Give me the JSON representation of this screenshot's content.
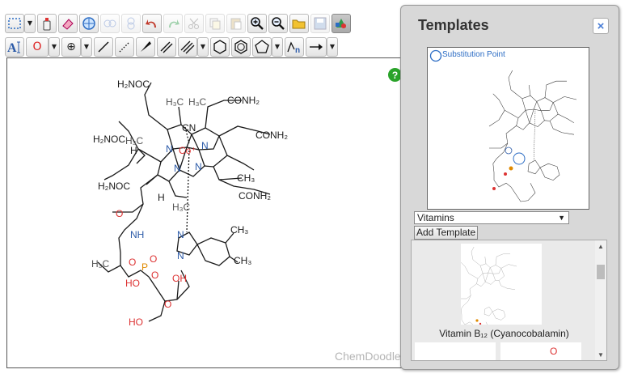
{
  "toolbar": {
    "row1": [
      "select-marquee-icon",
      "clear-icon",
      "eraser-icon",
      "center-icon",
      "flip-horizontal-icon",
      "flip-vertical-icon",
      "undo-icon",
      "redo-icon",
      "cut-icon",
      "copy-icon",
      "paste-icon",
      "zoom-in-icon",
      "zoom-out-icon",
      "open-icon",
      "save-icon",
      "templates-icon"
    ],
    "row2": {
      "element_symbol": "O",
      "charge_symbol": "⊕"
    }
  },
  "canvas": {
    "watermark": "ChemDoodle",
    "help": "?",
    "labels": {
      "h2noc_top": "H₂NOC",
      "h2noc_left": "H₂NOC",
      "h2noc_lower": "H₂NOC",
      "conh2_top": "CONH₂",
      "conh2_right": "CONH₂",
      "conh2_bottom": "CONH₂",
      "h3c_a": "H₃C",
      "h3c_b": "H₃C",
      "h3c_c": "H₃C",
      "h3c_d": "H₃C",
      "h3c_e": "H₃C",
      "cn": "CN",
      "co": "Co⁺",
      "ch3_a": "CH₃",
      "ch3_b": "CH₃",
      "ch3_c": "CH₃",
      "h_a": "H",
      "h_b": "H",
      "nh": "NH",
      "o_carbonyl": "O",
      "p": "P",
      "o1": "O",
      "o2": "O",
      "o3": "O",
      "ho": "HO",
      "oh": "OH",
      "ho2": "HO",
      "n1": "N",
      "n2": "N",
      "n3": "N",
      "n4": "N",
      "n5": "N",
      "n6": "N",
      "o_ring": "O"
    }
  },
  "templates_panel": {
    "title": "Templates",
    "close": "×",
    "preview_label": "Substitution Point",
    "category": "Vitamins",
    "add_button": "Add Template",
    "items": [
      {
        "label": "Vitamin B₁₂ (Cyanocobalamin)"
      }
    ],
    "next_item_glyph": "O"
  }
}
